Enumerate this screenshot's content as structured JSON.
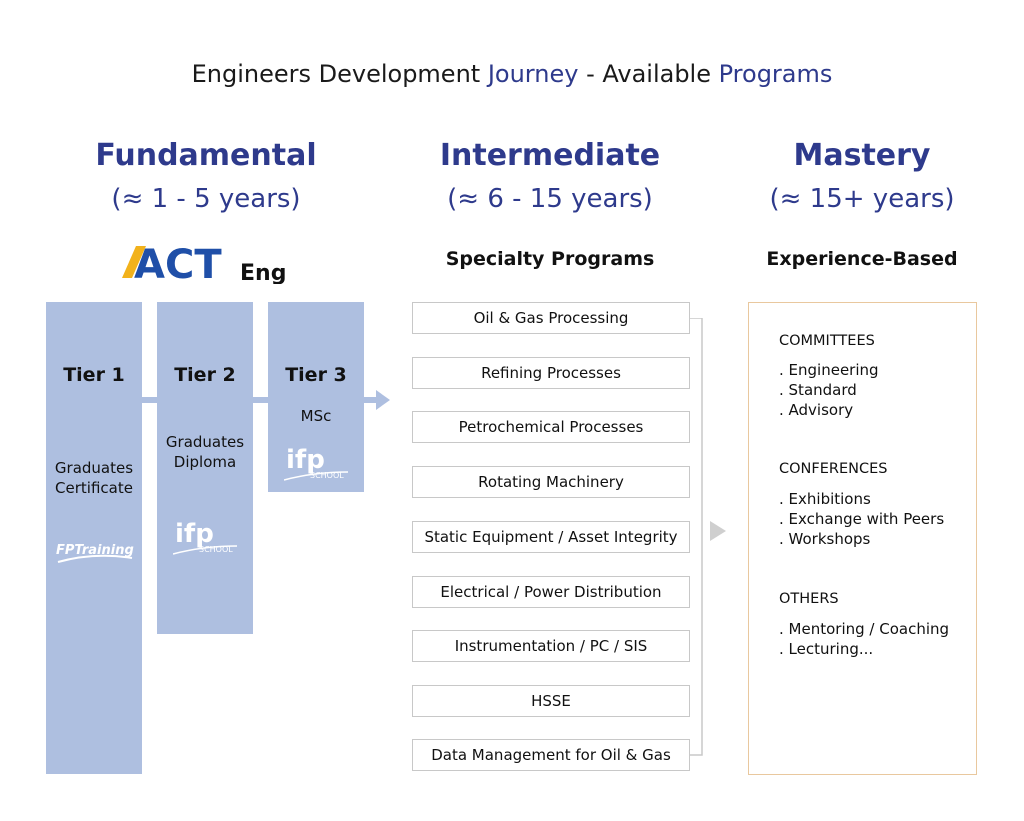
{
  "title": {
    "part1": "Engineers Development ",
    "highlight1": "Journey",
    "part2": " - Available ",
    "highlight2": "Programs"
  },
  "columns": [
    {
      "heading": "Fundamental",
      "years": "(≈ 1 - 5 years)"
    },
    {
      "heading": "Intermediate",
      "years": "(≈ 6 - 15 years)",
      "label": "Specialty Programs"
    },
    {
      "heading": "Mastery",
      "years": "(≈ 15+ years)",
      "label": "Experience-Based"
    }
  ],
  "logo": {
    "act": "ACT",
    "eng": "Eng"
  },
  "tiers": [
    {
      "name": "Tier 1",
      "desc1": "Graduates",
      "desc2": "Certificate",
      "logo": "FPTraining"
    },
    {
      "name": "Tier 2",
      "desc1": "Graduates",
      "desc2": "Diploma",
      "logo": "ifp SCHOOL"
    },
    {
      "name": "Tier 3",
      "desc1": "MSc",
      "logo": "ifp SCHOOL"
    }
  ],
  "programs": [
    "Oil & Gas Processing",
    "Refining Processes",
    "Petrochemical Processes",
    "Rotating Machinery",
    "Static Equipment / Asset Integrity",
    "Electrical / Power Distribution",
    "Instrumentation / PC / SIS",
    "HSSE",
    "Data Management for Oil & Gas"
  ],
  "experience": {
    "groups": [
      {
        "heading": "COMMITTEES",
        "items": [
          ". Engineering",
          ". Standard",
          ". Advisory"
        ]
      },
      {
        "heading": "CONFERENCES",
        "items": [
          ". Exhibitions",
          ". Exchange with Peers",
          ". Workshops"
        ]
      },
      {
        "heading": "OTHERS",
        "items": [
          ". Mentoring / Coaching",
          ". Lecturing..."
        ]
      }
    ]
  },
  "colors": {
    "heading": "#2e3a8c",
    "tier_fill": "#aebfe0",
    "arrow": "#aebfe0",
    "box_border": "#c8c8c8",
    "experience_border": "#e9c89e",
    "logo_yellow": "#f2b21b",
    "logo_blue": "#1f4fa8"
  }
}
